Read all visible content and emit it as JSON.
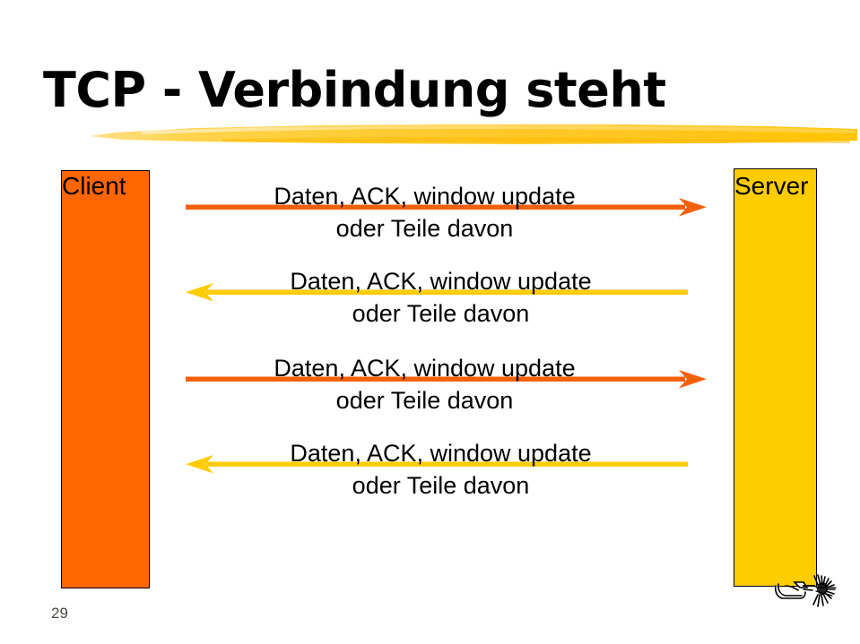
{
  "slide": {
    "title": "TCP - Verbindung steht",
    "page_number": "29",
    "background_color": "#FFFFFF",
    "title_color": "#000000",
    "brush_color": "#FFCC33",
    "page_number_color": "#4D4A45"
  },
  "endpoints": {
    "client": {
      "label": "Client",
      "color": "#FF6600",
      "border_color": "#000000"
    },
    "server": {
      "label": "Server",
      "color": "#FFCC00",
      "border_color": "#000000"
    }
  },
  "messages": [
    {
      "line1": "Daten, ACK, window update",
      "line2": "oder Teile davon",
      "direction": "right",
      "from": "Client",
      "to": "Server",
      "color": "#F4600A"
    },
    {
      "line1": "Daten, ACK, window update",
      "line2": "oder Teile davon",
      "direction": "left",
      "from": "Server",
      "to": "Client",
      "color": "#FFCC00"
    },
    {
      "line1": "Daten, ACK, window update",
      "line2": "oder Teile davon",
      "direction": "right",
      "from": "Client",
      "to": "Server",
      "color": "#F4600A"
    },
    {
      "line1": "Daten, ACK, window update",
      "line2": "oder Teile davon",
      "direction": "left",
      "from": "Server",
      "to": "Client",
      "color": "#FFCC00"
    }
  ],
  "decoration": {
    "corner_icon": "bug-icon"
  }
}
